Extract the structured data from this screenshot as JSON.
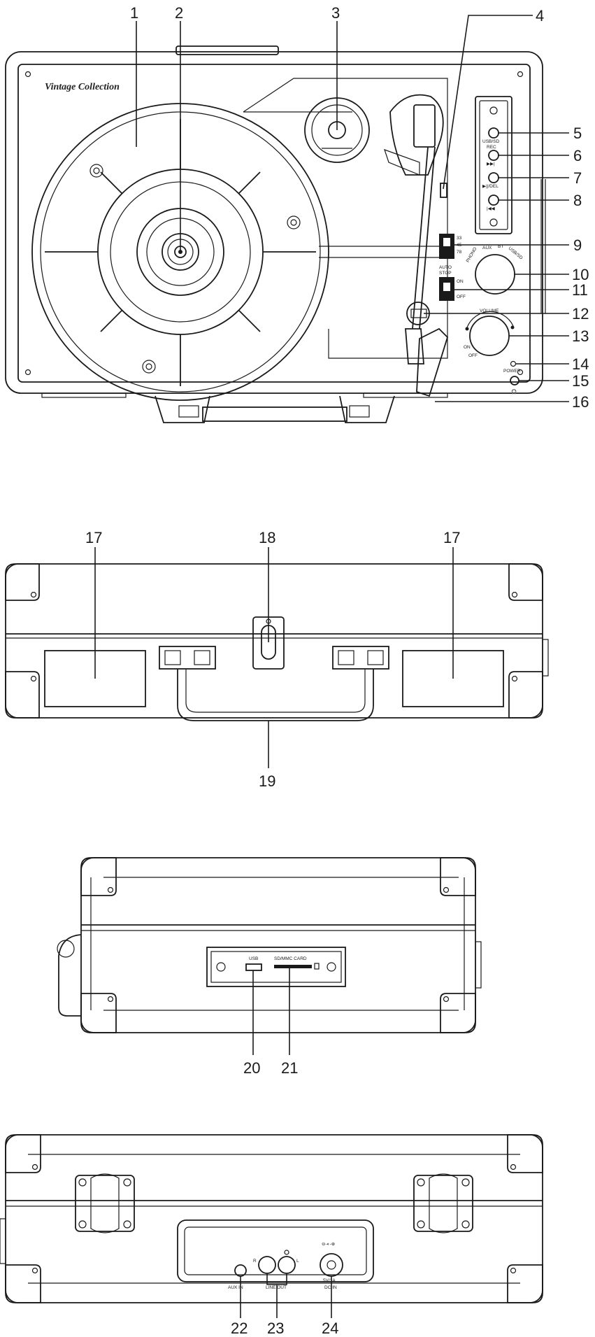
{
  "brand": {
    "text": "Vintage Collection"
  },
  "callouts": [
    {
      "id": "c1",
      "label": "1"
    },
    {
      "id": "c2",
      "label": "2"
    },
    {
      "id": "c3",
      "label": "3"
    },
    {
      "id": "c4",
      "label": "4"
    },
    {
      "id": "c5",
      "label": "5"
    },
    {
      "id": "c6",
      "label": "6"
    },
    {
      "id": "c7",
      "label": "7"
    },
    {
      "id": "c8",
      "label": "8"
    },
    {
      "id": "c9",
      "label": "9"
    },
    {
      "id": "c10",
      "label": "10"
    },
    {
      "id": "c11",
      "label": "11"
    },
    {
      "id": "c12",
      "label": "12"
    },
    {
      "id": "c13",
      "label": "13"
    },
    {
      "id": "c14",
      "label": "14"
    },
    {
      "id": "c15",
      "label": "15"
    },
    {
      "id": "c16",
      "label": "16"
    },
    {
      "id": "c17a",
      "label": "17"
    },
    {
      "id": "c17b",
      "label": "17"
    },
    {
      "id": "c18",
      "label": "18"
    },
    {
      "id": "c19",
      "label": "19"
    },
    {
      "id": "c20",
      "label": "20"
    },
    {
      "id": "c21",
      "label": "21"
    },
    {
      "id": "c22",
      "label": "22"
    },
    {
      "id": "c23",
      "label": "23"
    },
    {
      "id": "c24",
      "label": "24"
    }
  ],
  "panel_labels": {
    "usb_sd_rec": "USB/SD",
    "rec": "REC",
    "next": "▶▶|",
    "play_del": "▶||/DEL",
    "prev": "|◀◀",
    "speed_33": "33",
    "speed_45": "45",
    "speed_78": "78",
    "auto_stop": "AUTO",
    "auto_stop2": "STOP",
    "on": "ON",
    "off": "OFF",
    "source_phono": "PHONO",
    "source_aux": "AUX",
    "source_bt": "BT",
    "source_usbsd": "USB/SD",
    "volume": "VOLUME",
    "on2": "ON",
    "off2": "OFF",
    "power": "POWER"
  },
  "side_labels": {
    "usb": "USB",
    "sd_mmc": "SD/MMC CARD"
  },
  "rear_labels": {
    "aux_in": "AUX IN",
    "line_out": "LINE OUT",
    "r": "R",
    "l": "L",
    "dc_in": "DC IN",
    "dc_rating": "5V/1A"
  }
}
